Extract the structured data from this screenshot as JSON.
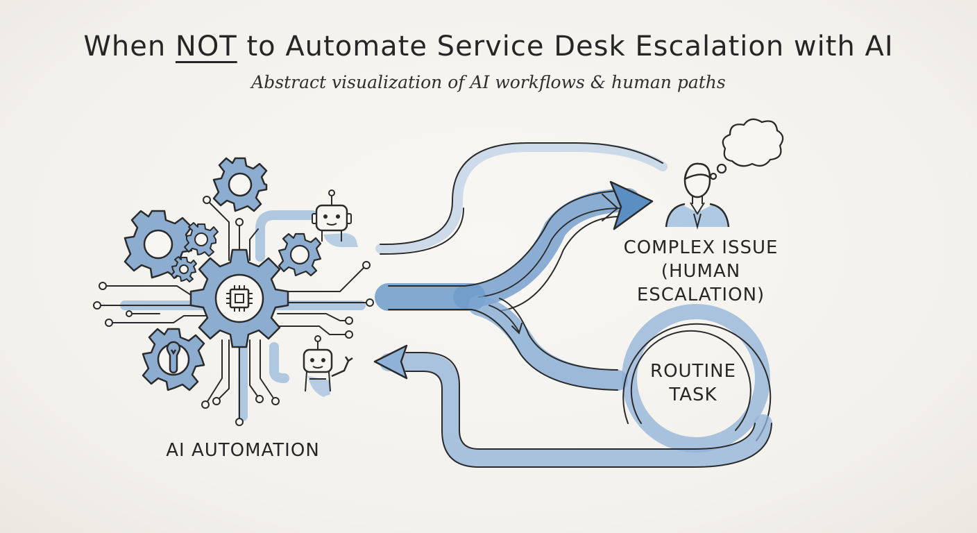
{
  "title": {
    "before": "When ",
    "emphasis": "NOT",
    "after": " to Automate Service Desk Escalation with AI"
  },
  "subtitle": "Abstract visualization of AI workflows & human paths",
  "labels": {
    "ai_automation": "AI AUTOMATION",
    "complex_line1": "COMPLEX ISSUE",
    "complex_line2": "(HUMAN ESCALATION)",
    "routine_line1": "ROUTINE",
    "routine_line2": "TASK"
  },
  "icons": [
    "gear-icon",
    "chip-icon",
    "robot-icon",
    "wrench-icon",
    "person-icon",
    "thought-bubble-icon",
    "arrow-icon"
  ],
  "colors": {
    "ink": "#262626",
    "wash_blue": "#5b8fc4",
    "light_wash": "#a9c4e0",
    "gear_fill": "#8faed0"
  }
}
